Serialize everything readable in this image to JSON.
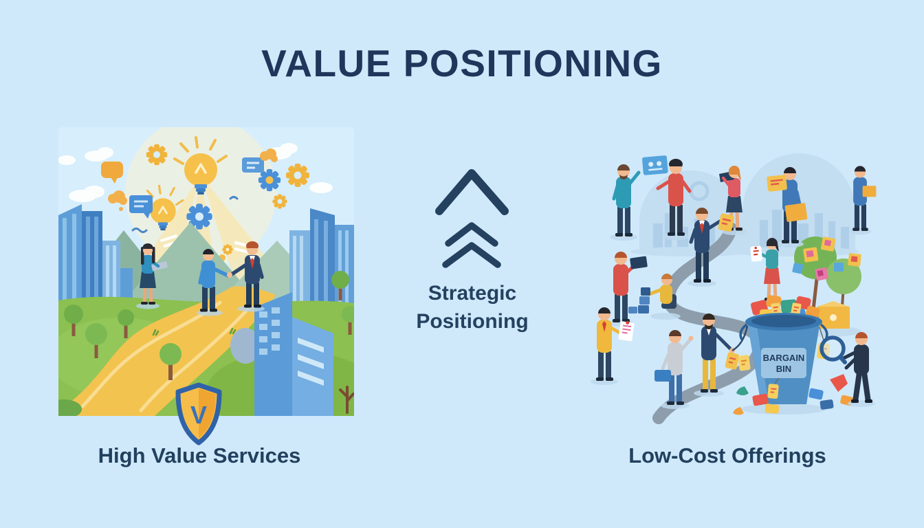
{
  "title": "VALUE POSITIONING",
  "center": {
    "arrow_icon": "double-chevron-up-icon",
    "line1": "Strategic",
    "line2": "Positioning"
  },
  "left": {
    "caption": "High Value Services",
    "shield_letter": "V",
    "scene_icons": [
      "lightbulb-icon",
      "gear-icon",
      "speech-bubble-icon",
      "handshake",
      "laptop-icon",
      "shield-v-icon",
      "winding-golden-path",
      "city-buildings",
      "mountains",
      "trees"
    ]
  },
  "right": {
    "caption": "Low-Cost Offerings",
    "bin_line1": "BARGAIN",
    "bin_line2": "BIN",
    "scene_icons": [
      "price-tag-icon",
      "bargain-bin-icon",
      "magnifier-icon",
      "winding-gray-road",
      "city-skyline-domes",
      "tag-tree",
      "briefcase-icon",
      "clipboard-icon",
      "laptop-icon"
    ]
  },
  "colors": {
    "background": "#cfe9fb",
    "heading_navy": "#20365b",
    "accent_yellow": "#f2bc4a",
    "accent_blue": "#4a90d9",
    "grass_green": "#8cc050",
    "road_gray": "#8d9dab",
    "bin_blue": "#4f8fc4",
    "shield_gold": "#f6bd4a",
    "shield_border_blue": "#2f62a8"
  }
}
